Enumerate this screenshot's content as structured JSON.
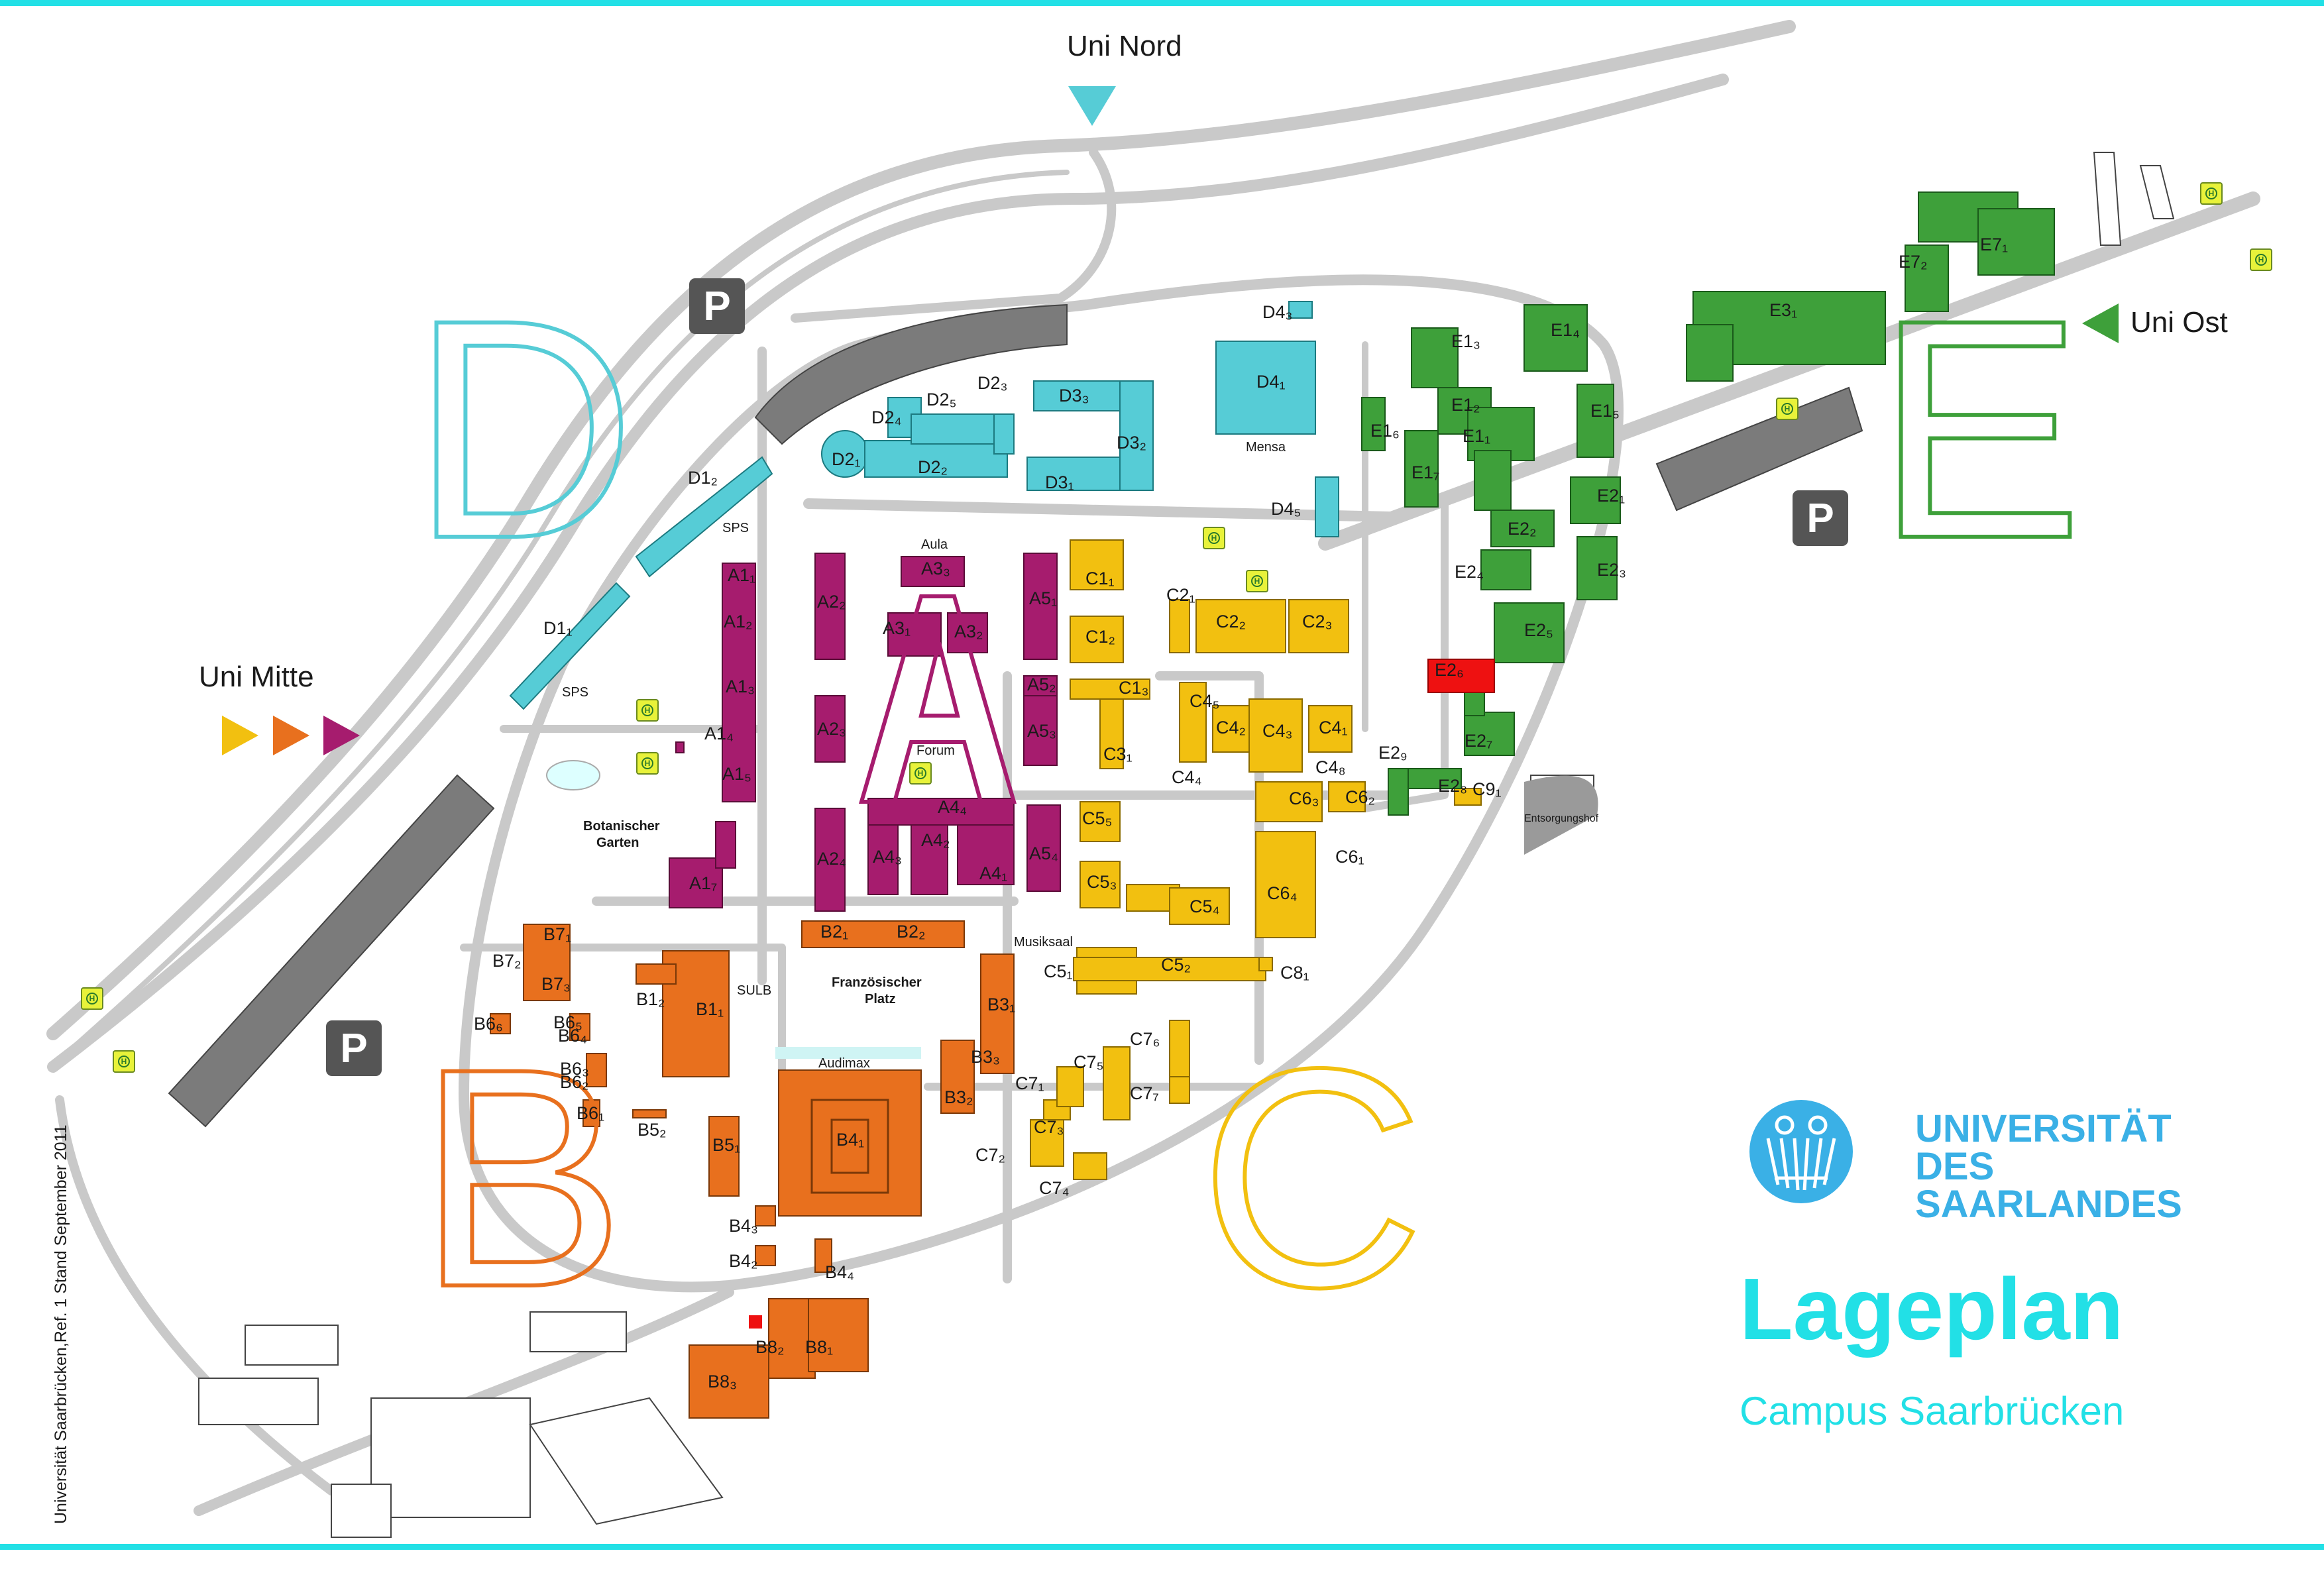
{
  "title": "Lageplan",
  "subtitle": "Campus Saarbrücken",
  "university": [
    "UNIVERSITÄT",
    "DES",
    "SAARLANDES"
  ],
  "stand": "Universität Saarbrücken,Ref. 1  Stand September 2011",
  "gates": {
    "north": "Uni Nord",
    "east": "Uni Ost",
    "middle": "Uni Mitte"
  },
  "zones": [
    "A",
    "B",
    "C",
    "D",
    "E"
  ],
  "parking_label": "P",
  "colors": {
    "A": "#a61c6e",
    "B": "#e8701e",
    "C": "#f2c010",
    "D": "#56ccd6",
    "E": "#3ea03a",
    "highlight": "#ee1111",
    "road": "#c9c9c9",
    "accent": "#22e0e6"
  },
  "places": {
    "aula": "Aula",
    "forum": "Forum",
    "mensa": "Mensa",
    "sps1": "SPS",
    "sps2": "SPS",
    "bot1": "Botanischer",
    "bot2": "Garten",
    "sulb": "SULB",
    "fp1": "Französischer",
    "fp2": "Platz",
    "audimax": "Audimax",
    "musiksaal": "Musiksaal",
    "entsorgung": "Entsorgungshof"
  },
  "buildings": [
    "A1₁",
    "A1₂",
    "A1₃",
    "A1₄",
    "A1₅",
    "A1₇",
    "A2₂",
    "A2₃",
    "A2₄",
    "A3₃",
    "A3₁",
    "A3₂",
    "A4₄",
    "A4₃",
    "A4₂",
    "A4₁",
    "A5₁",
    "A5₂",
    "A5₃",
    "A5₄",
    "B1₂",
    "B1₁",
    "B2₁",
    "B2₂",
    "B3₁",
    "B3₃",
    "B3₂",
    "B4₁",
    "B4₃",
    "B4₂",
    "B4₄",
    "B5₁",
    "B5₂",
    "B6₆",
    "B6₅",
    "B6₄",
    "B6₃",
    "B6₂",
    "B6₁",
    "B7₁",
    "B7₂",
    "B7₃",
    "B8₂",
    "B8₁",
    "B8₃",
    "C1₁",
    "C1₂",
    "C1₃",
    "C2₁",
    "C2₂",
    "C2₃",
    "C3₁",
    "C4₁",
    "C4₂",
    "C4₃",
    "C4₄",
    "C4₅",
    "C4₈",
    "C5₁",
    "C5₂",
    "C5₃",
    "C5₄",
    "C5₅",
    "C6₁",
    "C6₂",
    "C6₃",
    "C6₄",
    "C7₁",
    "C7₂",
    "C7₃",
    "C7₄",
    "C7₅",
    "C7₆",
    "C7₇",
    "C8₁",
    "C9₁",
    "D1₁",
    "D1₂",
    "D2₁",
    "D2₂",
    "D2₃",
    "D2₄",
    "D2₅",
    "D3₁",
    "D3₂",
    "D3₃",
    "D4₁",
    "D4₃",
    "D4₅",
    "E1₁",
    "E1₂",
    "E1₃",
    "E1₄",
    "E1₅",
    "E1₆",
    "E1₇",
    "E2₁",
    "E2₂",
    "E2₃",
    "E2₄",
    "E2₅",
    "E2₆",
    "E2₇",
    "E2₈",
    "E2₉",
    "E3₁",
    "E7₁",
    "E7₂"
  ]
}
